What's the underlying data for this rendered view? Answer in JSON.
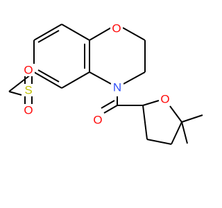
{
  "molecule": {
    "atoms": [
      {
        "id": "o-ring",
        "symbol": "O",
        "color": "#ff0d0d"
      },
      {
        "id": "n-ring",
        "symbol": "N",
        "color": "#3050f8"
      },
      {
        "id": "s-sulfonyl",
        "symbol": "S",
        "color": "#c0c000"
      },
      {
        "id": "o-sulfonyl-top",
        "symbol": "O",
        "color": "#ff0d0d"
      },
      {
        "id": "o-sulfonyl-bottom",
        "symbol": "O",
        "color": "#ff0d0d"
      },
      {
        "id": "o-carbonyl",
        "symbol": "O",
        "color": "#ff0d0d"
      },
      {
        "id": "o-thf",
        "symbol": "O",
        "color": "#ff0d0d"
      }
    ],
    "bond_color": "#000000",
    "background": "#ffffff"
  }
}
